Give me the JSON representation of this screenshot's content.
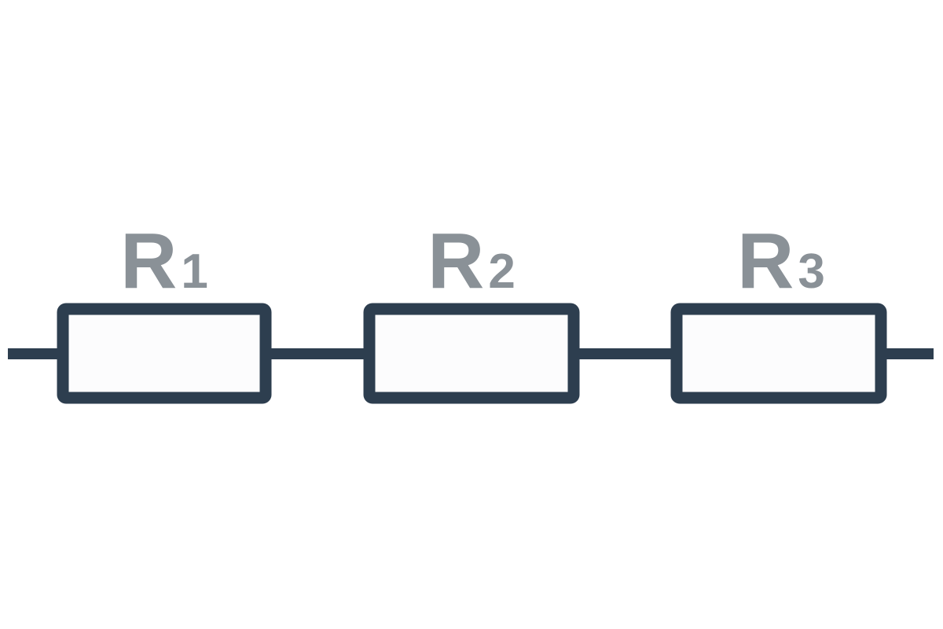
{
  "diagram": {
    "resistors": [
      {
        "label": "R",
        "subscript": "1"
      },
      {
        "label": "R",
        "subscript": "2"
      },
      {
        "label": "R",
        "subscript": "3"
      }
    ],
    "colors": {
      "wire": "#2d3e4f",
      "resistor_fill": "#fcfcfd",
      "label": "#8a9197",
      "background": "#ffffff"
    }
  }
}
